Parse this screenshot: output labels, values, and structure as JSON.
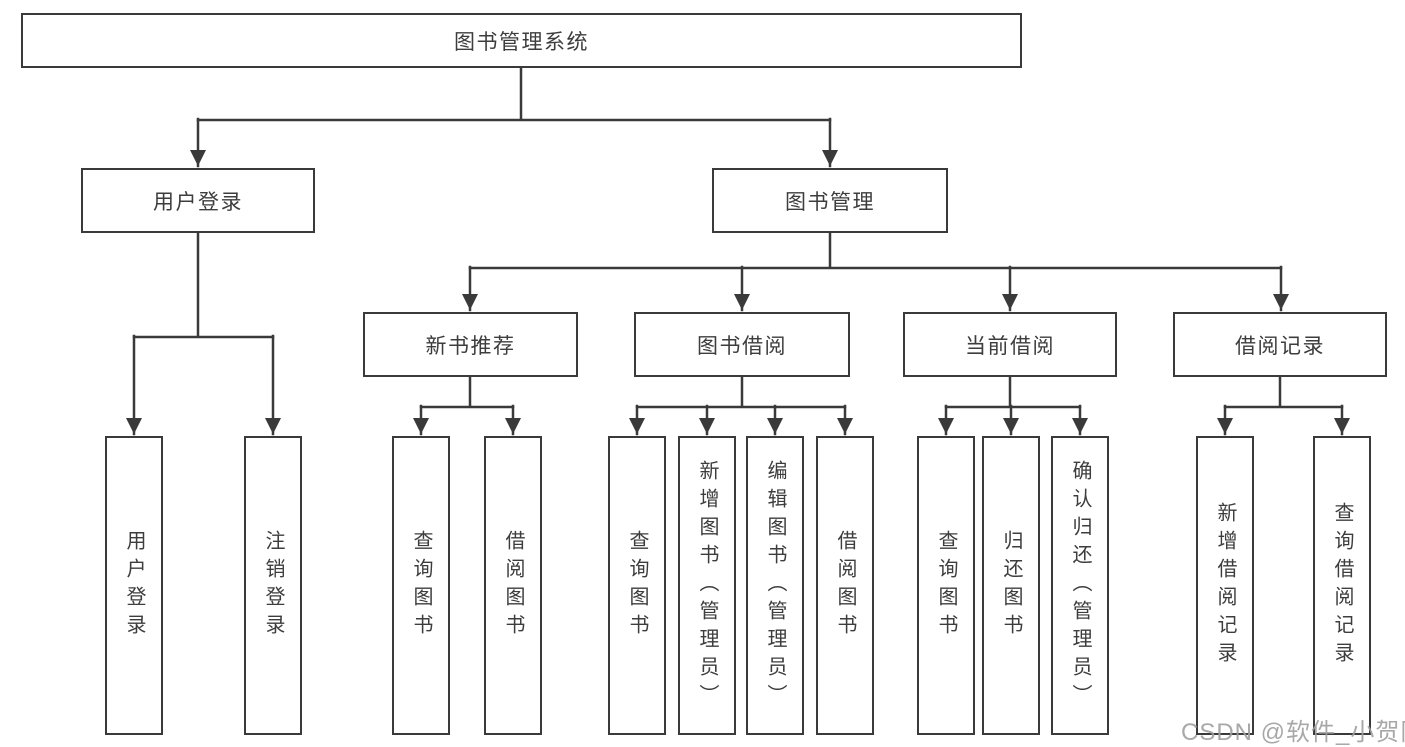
{
  "diagram": {
    "type": "hierarchy-tree",
    "root": {
      "id": "book-management-system",
      "label": "图书管理系统"
    },
    "level2": [
      {
        "id": "user-login",
        "label": "用户登录",
        "parent": "book-management-system"
      },
      {
        "id": "book-management",
        "label": "图书管理",
        "parent": "book-management-system"
      }
    ],
    "level3": [
      {
        "id": "new-book-recommendation",
        "label": "新书推荐",
        "parent": "book-management"
      },
      {
        "id": "book-borrowing",
        "label": "图书借阅",
        "parent": "book-management"
      },
      {
        "id": "current-borrowing",
        "label": "当前借阅",
        "parent": "book-management"
      },
      {
        "id": "borrowing-records",
        "label": "借阅记录",
        "parent": "book-management"
      }
    ],
    "leaves": [
      {
        "id": "user-login-leaf",
        "label": "用户登录",
        "parent": "user-login"
      },
      {
        "id": "logout",
        "label": "注销登录",
        "parent": "user-login"
      },
      {
        "id": "query-books-recommend",
        "label": "查询图书",
        "parent": "new-book-recommendation"
      },
      {
        "id": "borrow-books-recommend",
        "label": "借阅图书",
        "parent": "new-book-recommendation"
      },
      {
        "id": "query-books-borrowing",
        "label": "查询图书",
        "parent": "book-borrowing"
      },
      {
        "id": "add-books-admin",
        "label": "新增图书（管理员）",
        "parent": "book-borrowing"
      },
      {
        "id": "edit-books-admin",
        "label": "编辑图书（管理员）",
        "parent": "book-borrowing"
      },
      {
        "id": "borrow-books-borrowing",
        "label": "借阅图书",
        "parent": "book-borrowing"
      },
      {
        "id": "query-books-current",
        "label": "查询图书",
        "parent": "current-borrowing"
      },
      {
        "id": "return-books",
        "label": "归还图书",
        "parent": "current-borrowing"
      },
      {
        "id": "confirm-return-admin",
        "label": "确认归还（管理员）",
        "parent": "current-borrowing"
      },
      {
        "id": "add-borrowing-record",
        "label": "新增借阅记录",
        "parent": "borrowing-records"
      },
      {
        "id": "query-borrowing-record",
        "label": "查询借阅记录",
        "parent": "borrowing-records"
      }
    ]
  },
  "watermark": {
    "text": "CSDN @软件_小贺同学"
  },
  "colors": {
    "line": "#3a3a3a",
    "box_border": "#3a3a3a",
    "box_background": "#ffffff",
    "text": "#3d3d3d",
    "page_background": "#ffffff",
    "watermark": "#9e9e9e"
  }
}
